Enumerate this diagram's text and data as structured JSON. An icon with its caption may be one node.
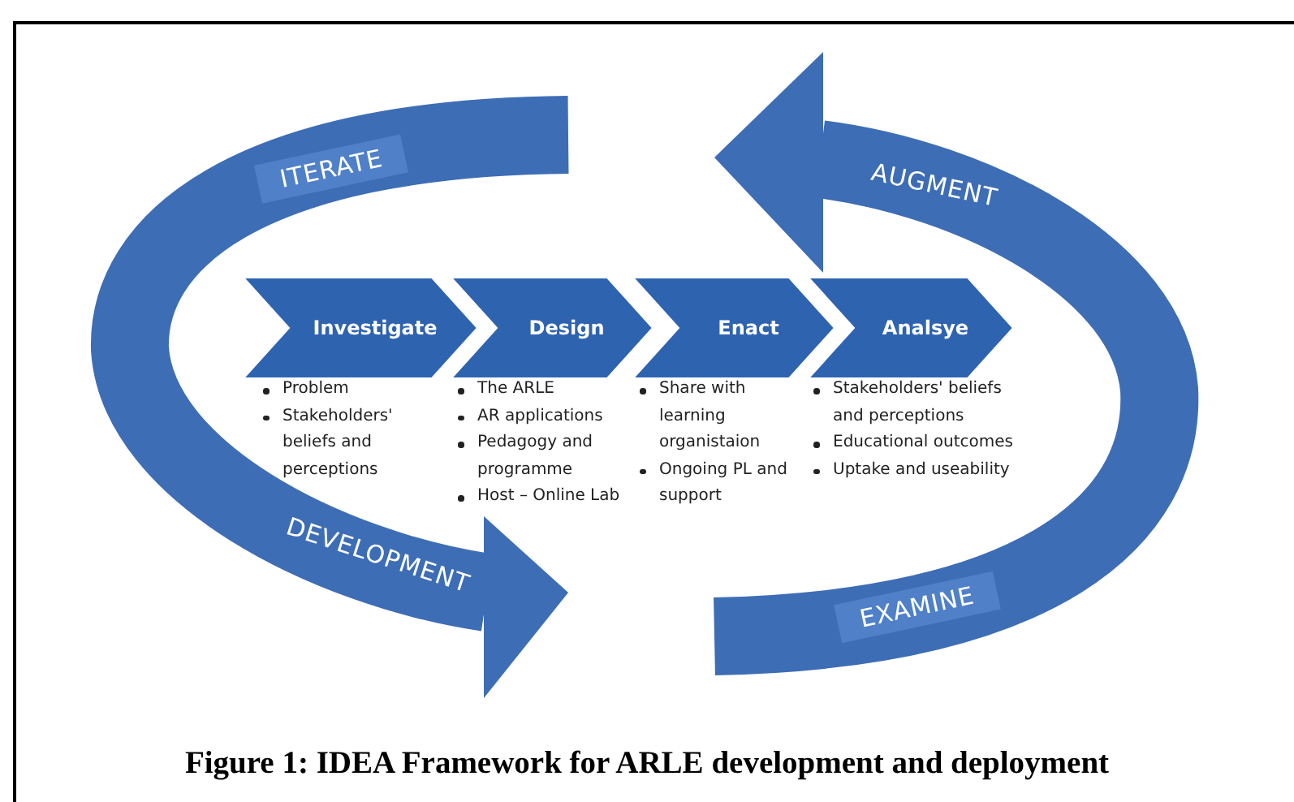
{
  "diagram": {
    "caption": "Figure 1: IDEA Framework for ARLE development and deployment",
    "nodes": [
      {
        "text": [
          "Investigate"
        ],
        "beside": [
          "Problem",
          "Stakeholders' beliefs and perceptions"
        ]
      },
      {
        "text": [
          "Design"
        ],
        "beside": [
          "The ARLE",
          "AR applications",
          "Pedagogy and programme",
          "Host – Online Lab"
        ]
      },
      {
        "text": [
          "Enact"
        ],
        "beside": [
          "Share with learning organistaion",
          "Ongoing PL and support"
        ]
      },
      {
        "text": [
          "Analsye"
        ],
        "beside": [
          "Stakeholders' beliefs and perceptions",
          "Educational outcomes",
          "Uptake and useability"
        ]
      }
    ],
    "labels": [
      "ITERATE",
      "AUGMENT",
      "DEVELOPMENT",
      "EXAMINE"
    ]
  }
}
